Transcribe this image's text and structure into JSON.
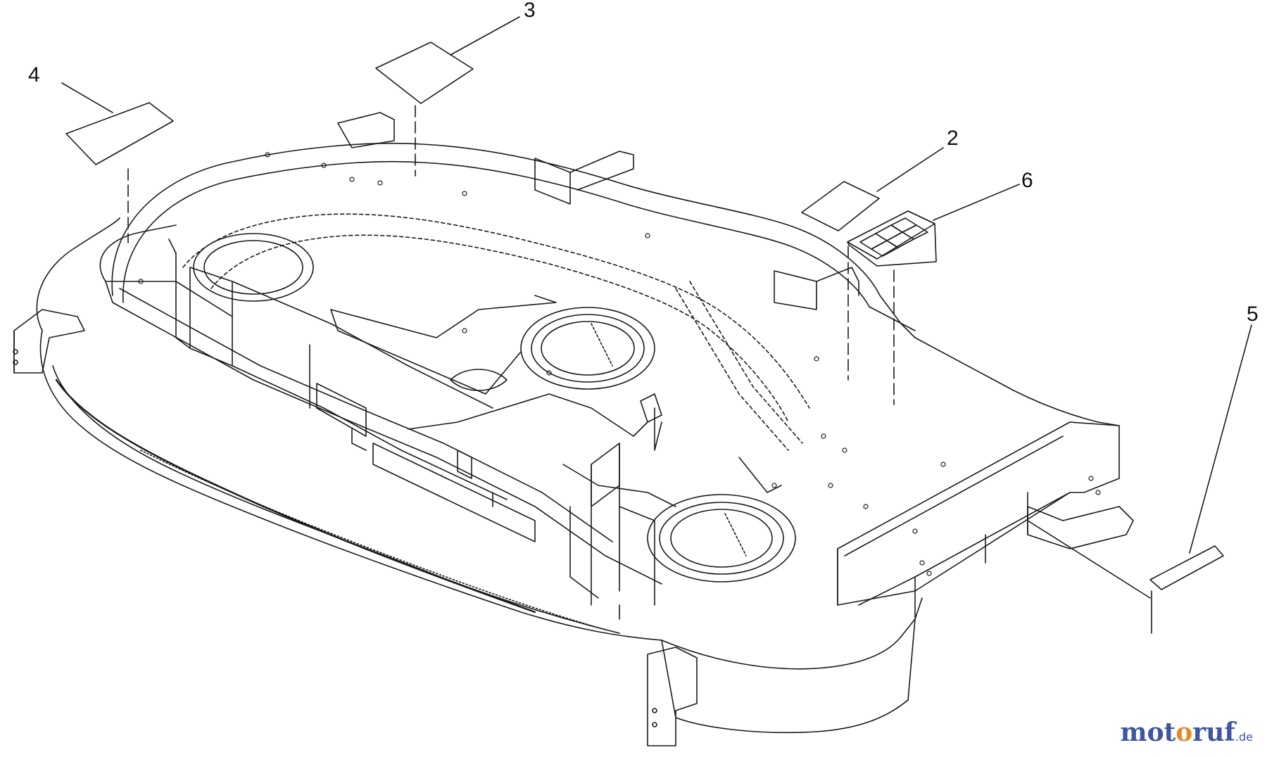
{
  "callouts": {
    "c2": "2",
    "c3": "3",
    "c4": "4",
    "c5": "5",
    "c6": "6"
  },
  "watermark": {
    "part1": "mot",
    "part2": "o",
    "part3": "ruf",
    "tld": ".de"
  },
  "colors": {
    "line": "#1a1a1a",
    "decal_fill": "#ffffff",
    "watermark_blue": "#3f55a3",
    "watermark_orange": "#e08a2b"
  }
}
